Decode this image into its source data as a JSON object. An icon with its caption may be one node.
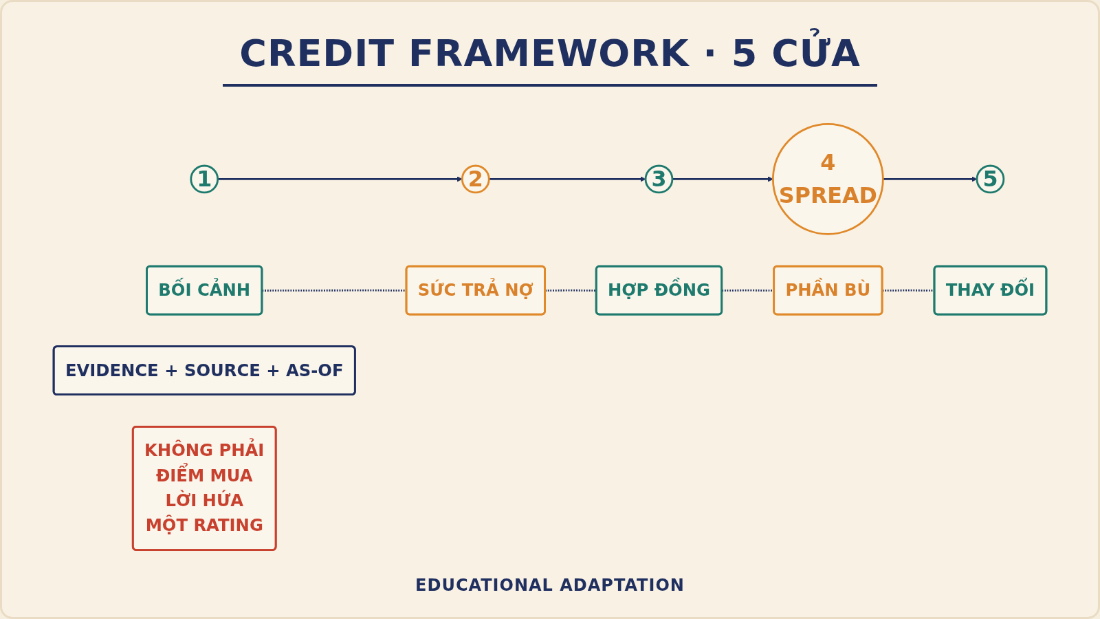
{
  "diagram": {
    "title": "CREDIT FRAMEWORK · 5 CỬA",
    "nodes": [
      {
        "text": [
          "1"
        ]
      },
      {
        "text": [
          "BỐI CẢNH"
        ]
      },
      {
        "text": [
          "2"
        ]
      },
      {
        "text": [
          "SỨC TRẢ NỢ"
        ]
      },
      {
        "text": [
          "3"
        ]
      },
      {
        "text": [
          "HỢP ĐỒNG"
        ]
      },
      {
        "text": [
          "4",
          "SPREAD"
        ]
      },
      {
        "text": [
          "PHẦN BÙ"
        ]
      },
      {
        "text": [
          "5"
        ]
      },
      {
        "text": [
          "THAY ĐỔI"
        ]
      },
      {
        "text": [
          "EVIDENCE + SOURCE + AS-OF"
        ]
      },
      {
        "text": [
          "KHÔNG PHẢI",
          "ĐIỂM MUA",
          "LỜI HỨA",
          "MỘT RATING"
        ]
      }
    ],
    "edges": [
      {
        "from": 0,
        "to": 2,
        "arrow": "to"
      },
      {
        "from": 2,
        "to": 4,
        "arrow": "to"
      },
      {
        "from": 4,
        "to": 6,
        "arrow": "to"
      },
      {
        "from": 6,
        "to": 8,
        "arrow": "to"
      },
      {
        "from": 1,
        "to": 3,
        "arrow": "none",
        "style": "dashed"
      },
      {
        "from": 3,
        "to": 5,
        "arrow": "none",
        "style": "dashed"
      },
      {
        "from": 5,
        "to": 7,
        "arrow": "none",
        "style": "dashed"
      },
      {
        "from": 7,
        "to": 9,
        "arrow": "none",
        "style": "dashed"
      }
    ],
    "caption": "EDUCATIONAL ADAPTATION"
  }
}
